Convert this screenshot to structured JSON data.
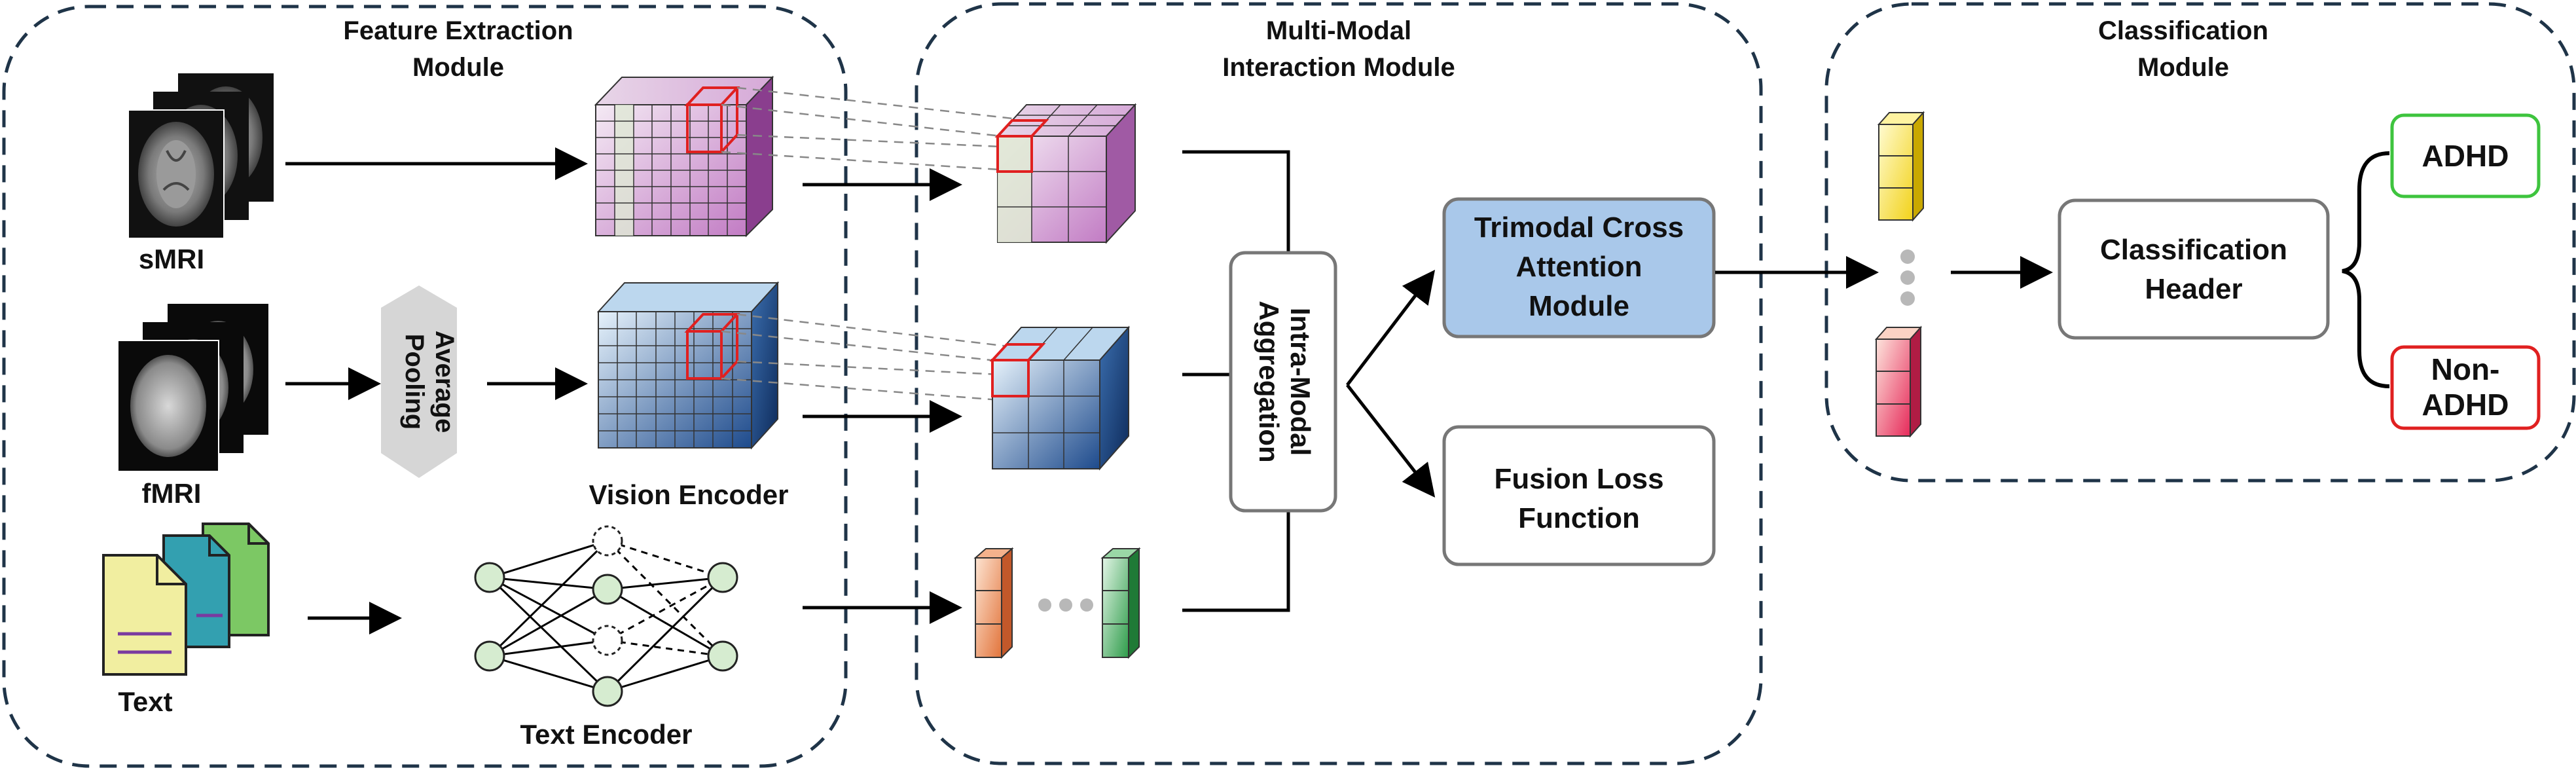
{
  "modules": {
    "feature_extraction": {
      "title_line1": "Feature Extraction",
      "title_line2": "Module"
    },
    "multimodal": {
      "title_line1": "Multi-Modal",
      "title_line2": "Interaction Module"
    },
    "classification": {
      "title_line1": "Classification",
      "title_line2": "Module"
    }
  },
  "inputs": {
    "smri": "sMRI",
    "fmri": "fMRI",
    "text": "Text"
  },
  "pooling": {
    "line1": "Average",
    "line2": "Pooling"
  },
  "encoders": {
    "vision": "Vision Encoder",
    "text": "Text Encoder"
  },
  "aggregation": {
    "line1": "Intra-Modal",
    "line2": "Aggregation"
  },
  "trimodal": {
    "line1": "Trimodal Cross",
    "line2": "Attention",
    "line3": "Module"
  },
  "fusion_loss": {
    "line1": "Fusion Loss",
    "line2": "Function"
  },
  "classifier": {
    "line1": "Classification",
    "line2": "Header"
  },
  "outputs": {
    "adhd": "ADHD",
    "non_adhd_line1": "Non-",
    "non_adhd_line2": "ADHD"
  },
  "colors": {
    "adhd_border": "#3ec43e",
    "non_adhd_border": "#e02020",
    "trimodal_fill": "#a9c8ea",
    "highlight_red": "#e02020"
  }
}
